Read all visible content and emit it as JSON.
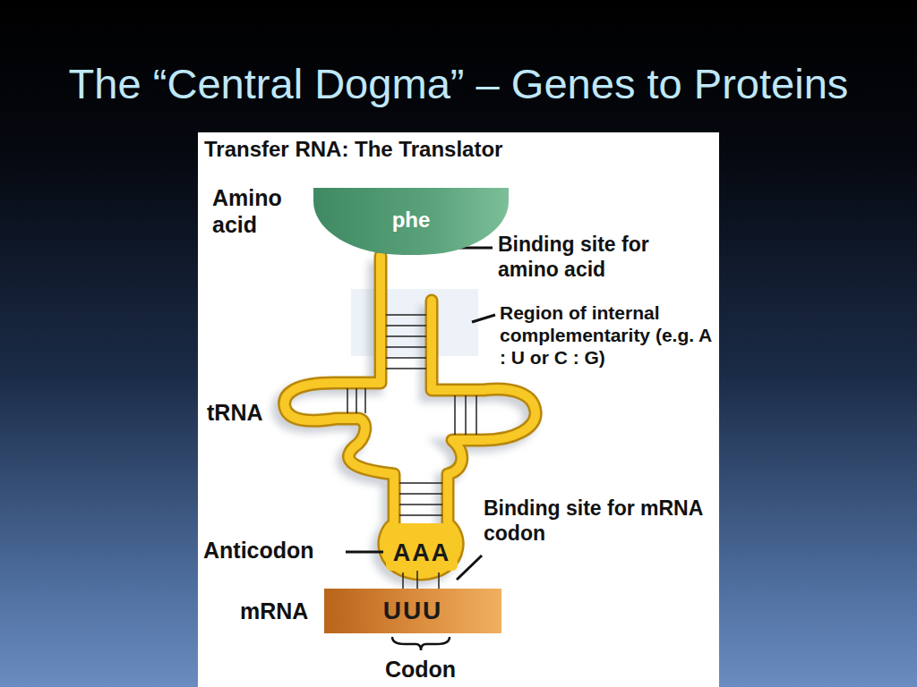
{
  "diagram": {
    "title": "The “Central Dogma” – Genes to Proteins",
    "nodes": [
      {
        "text": [
          "phe"
        ]
      },
      {
        "text": [
          "AAA"
        ]
      },
      {
        "text": [
          "UUU"
        ]
      }
    ],
    "edges": [
      {
        "from": 1,
        "to": 2,
        "arrow": "none"
      }
    ],
    "labels": [
      "Transfer RNA: The Translator",
      "Amino acid",
      "Binding site for amino acid",
      "Region of internal complementarity (e.g. A : U or C : G)",
      "tRNA",
      "Anticodon",
      "Binding site for mRNA codon",
      "mRNA",
      "Codon"
    ]
  }
}
